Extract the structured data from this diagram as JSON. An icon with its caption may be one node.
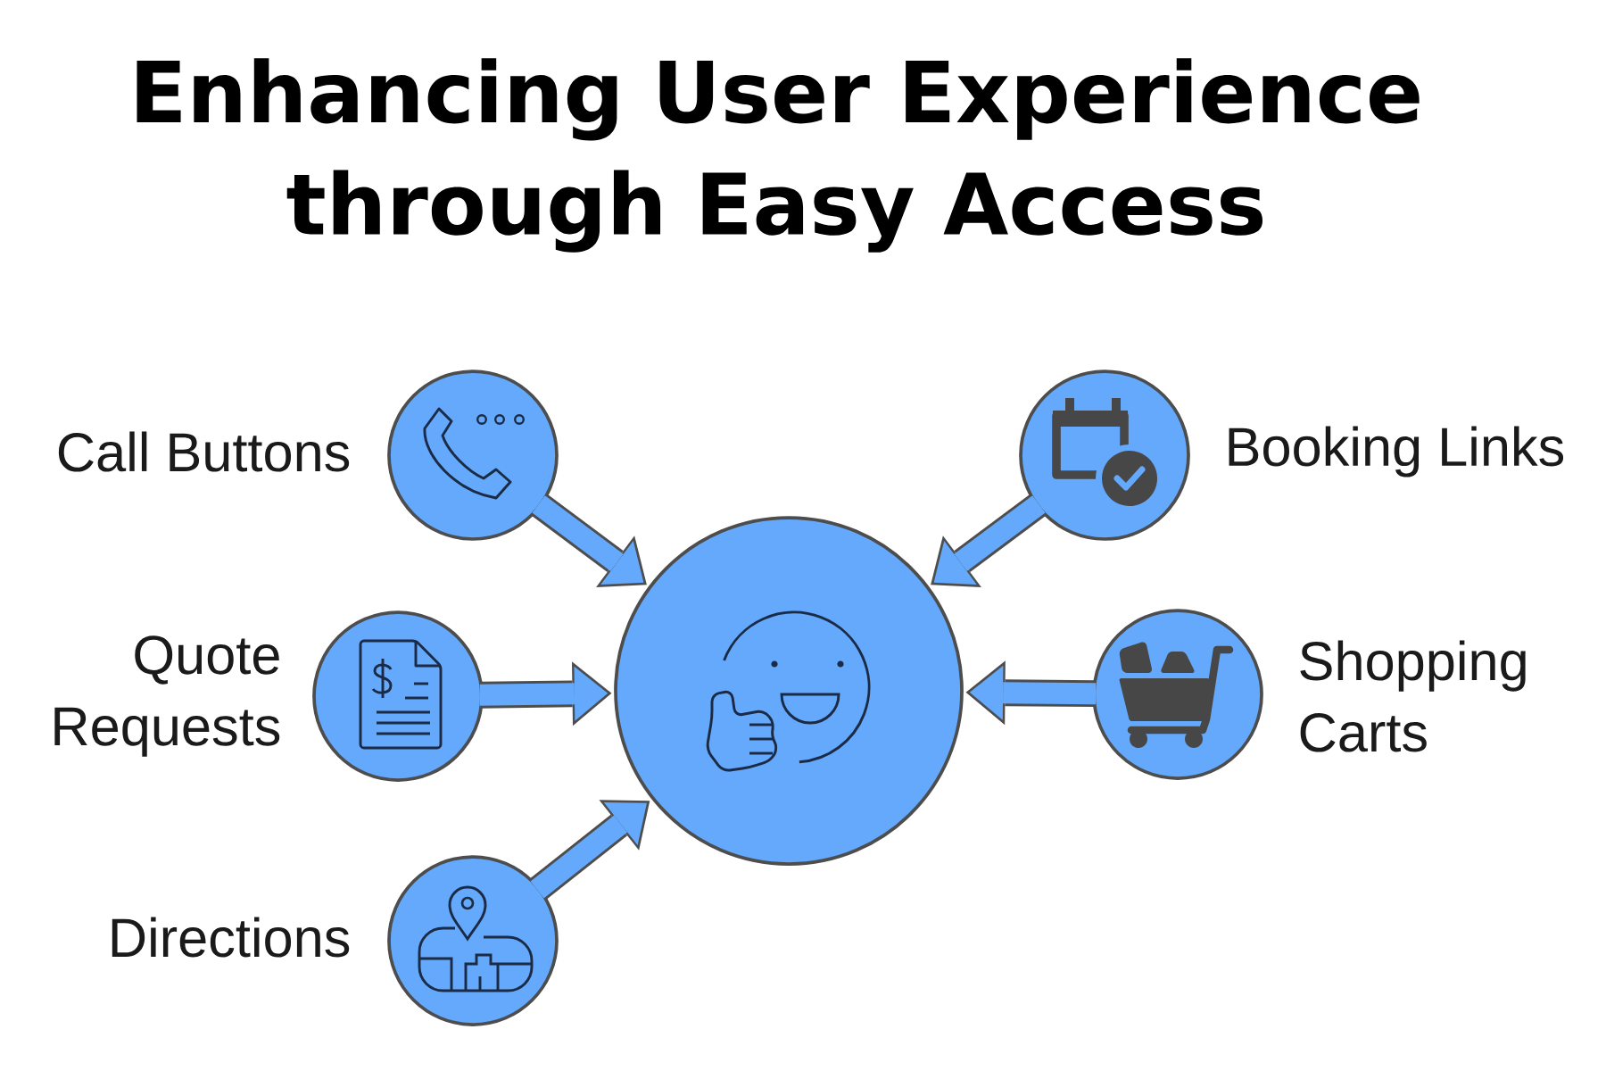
{
  "diagram": {
    "title": "Enhancing User Experience through Easy Access",
    "nodes": [
      {
        "text": [],
        "shape": "circle",
        "beside": [
          "Call Buttons"
        ]
      },
      {
        "text": [],
        "shape": "circle",
        "beside": [
          "Booking Links"
        ]
      },
      {
        "text": [],
        "shape": "circle",
        "beside": [
          "Quote Requests"
        ]
      },
      {
        "text": [],
        "shape": "circle"
      },
      {
        "text": [],
        "shape": "circle",
        "beside": [
          "Shopping Carts"
        ]
      },
      {
        "text": [],
        "shape": "circle",
        "beside": [
          "Directions"
        ]
      }
    ],
    "edges": [
      {
        "from": 0,
        "to": 3,
        "arrow": "to"
      },
      {
        "from": 1,
        "to": 3,
        "arrow": "to"
      },
      {
        "from": 2,
        "to": 3,
        "arrow": "to"
      },
      {
        "from": 4,
        "to": 3,
        "arrow": "to"
      },
      {
        "from": 5,
        "to": 3,
        "arrow": "to"
      }
    ]
  }
}
